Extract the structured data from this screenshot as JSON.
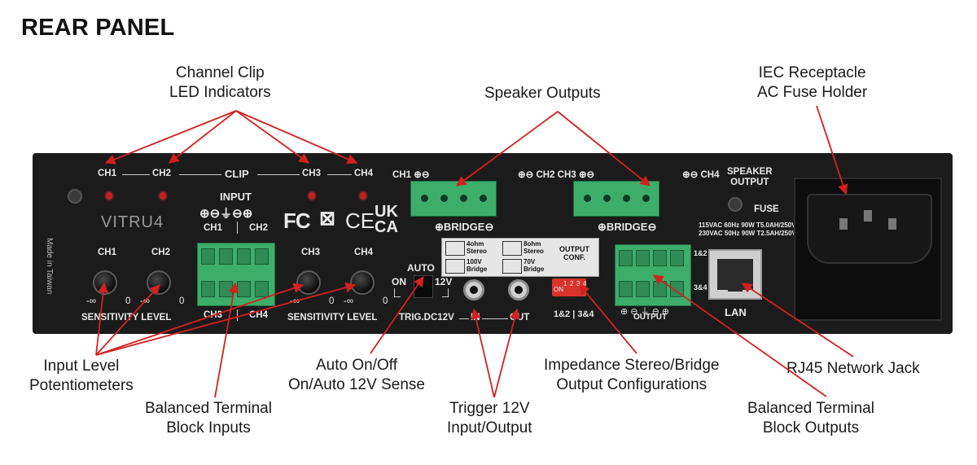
{
  "title": "REAR PANEL",
  "callouts": {
    "clip_leds": [
      "Channel Clip",
      "LED Indicators"
    ],
    "speaker_outputs": "Speaker Outputs",
    "iec": [
      "IEC Receptacle",
      "AC Fuse Holder"
    ],
    "potentiometers": [
      "Input Level",
      "Potentiometers"
    ],
    "balanced_inputs": [
      "Balanced Terminal",
      "Block Inputs"
    ],
    "auto_on": [
      "Auto On/Off",
      "On/Auto 12V Sense"
    ],
    "trigger": [
      "Trigger 12V",
      "Input/Output"
    ],
    "impedance": [
      "Impedance Stereo/Bridge",
      "Output Configurations"
    ],
    "rj45": "RJ45 Network Jack",
    "balanced_outputs": [
      "Balanced Terminal",
      "Block Outputs"
    ]
  },
  "panel": {
    "clip_row": {
      "ch1": "CH1",
      "ch2": "CH2",
      "clip": "CLIP",
      "ch3": "CH3",
      "ch4": "CH4"
    },
    "brand": "VITRU4",
    "made_in": "Made in Taiwan",
    "input_label": "INPUT",
    "input_symbols": "⊕⊖⏚⊖⊕",
    "input_ch1": "CH1",
    "input_ch2": "CH2",
    "input_ch3": "CH3",
    "input_ch4": "CH4",
    "pot_ch1": "CH1",
    "pot_ch2": "CH2",
    "pot_ch3": "CH3",
    "pot_ch4": "CH4",
    "pot_min": "-∞",
    "pot_max": "0",
    "sensitivity_left": "SENSITIVITY LEVEL",
    "sensitivity_right": "SENSITIVITY LEVEL",
    "cert_fc": "FC",
    "cert_ce": "CE",
    "cert_ukca": [
      "UK",
      "CA"
    ],
    "spk_ch1": "CH1 ⊕⊖",
    "spk_ch2ch3": "⊕⊖ CH2 CH3 ⊕⊖",
    "spk_ch4": "⊕⊖ CH4",
    "bridge_left": "⊕BRIDGE⊖",
    "bridge_right": "⊕BRIDGE⊖",
    "speaker_output": [
      "SPEAKER",
      "OUTPUT"
    ],
    "fuse": "FUSE",
    "voltage": [
      "115VAC 60Hz 90W T5.0AH/250VAC",
      "230VAC 50Hz 90W T2.5AH/250VAC"
    ],
    "auto": "AUTO",
    "on": "ON",
    "twelve_v": "12V",
    "trig": "TRIG.DC12V",
    "trig_in": "IN",
    "trig_out": "OUT",
    "conf": {
      "a": [
        "4ohm",
        "Stereo"
      ],
      "b": [
        "8ohm",
        "Stereo"
      ],
      "c": [
        "100V",
        "Bridge"
      ],
      "d": [
        "70V",
        "Bridge"
      ],
      "label": [
        "OUTPUT",
        "CONF."
      ]
    },
    "dip_on": "ON",
    "dip_nums": [
      "1",
      "2",
      "3",
      "4"
    ],
    "dip_groups": "1&2 | 3&4",
    "output_side": [
      "1&2",
      "3&4"
    ],
    "output_label": "OUTPUT",
    "lan": "LAN"
  },
  "colors": {
    "panel": "#1b1b1c",
    "terminal": "#3cae6a",
    "arrow": "#d42020",
    "led": "#c81e1e",
    "dip": "#d8342e"
  }
}
